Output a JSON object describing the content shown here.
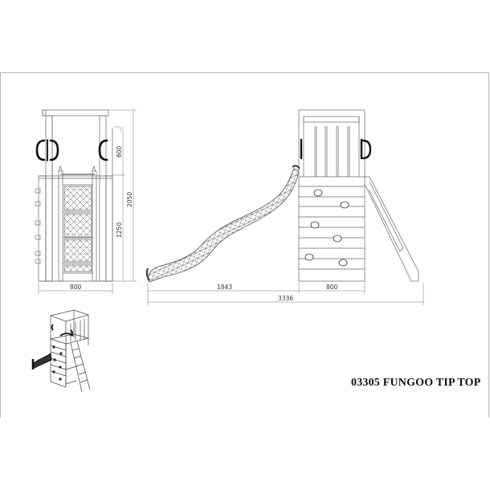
{
  "title": "03305 FUNGOO TIP TOP",
  "views": {
    "left_view": {
      "width_label": "800",
      "upper_height_label": "600",
      "lower_height_label": "1250",
      "total_height_label": "2050"
    },
    "front_view": {
      "slide_length_label": "1843",
      "tower_width_label": "800",
      "total_length_label": "3336"
    },
    "iso_view": {
      "description": "isometric view of play tower with slide, climbing wall and ladder"
    }
  },
  "colors": {
    "line": "#555555",
    "frame": "#b5b5b5",
    "handle": "#111111",
    "background": "#ffffff"
  }
}
